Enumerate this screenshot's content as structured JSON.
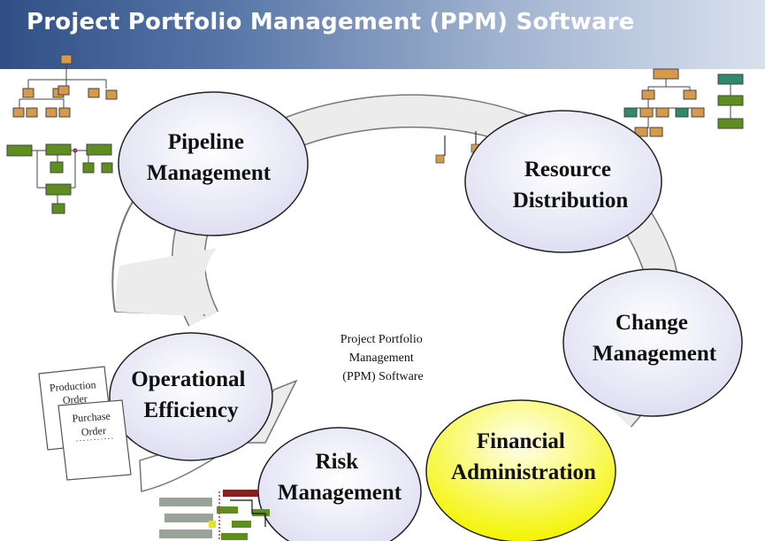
{
  "header": {
    "title": "Project Portfolio Management (PPM) Software"
  },
  "center": {
    "lines": [
      "Project Portfolio",
      "Management",
      "(PPM) Software"
    ]
  },
  "nodes": {
    "pipeline": {
      "lines": [
        "Pipeline",
        "Management"
      ]
    },
    "resource": {
      "lines": [
        "Resource",
        "Distribution"
      ]
    },
    "change": {
      "lines": [
        "Change",
        "Management"
      ]
    },
    "financial": {
      "lines": [
        "Financial",
        "Administration"
      ]
    },
    "risk": {
      "lines": [
        "Risk",
        "Management"
      ]
    },
    "operational": {
      "lines": [
        "Operational",
        "Efficiency"
      ]
    }
  },
  "documents": {
    "production_order": {
      "lines": [
        "Production",
        "Order"
      ]
    },
    "purchase_order": {
      "lines": [
        "Purchase",
        "Order"
      ]
    }
  },
  "colors": {
    "header_start": "#2f4f86",
    "header_end": "#d9e1ee",
    "ellipse_fill": "#e6e6f7",
    "financial_fill": "#ffff66",
    "ring_fill": "#e9e9e9",
    "org_orange": "#d79a4a",
    "org_green": "#5e8f1e",
    "org_teal": "#2d8a6a"
  }
}
